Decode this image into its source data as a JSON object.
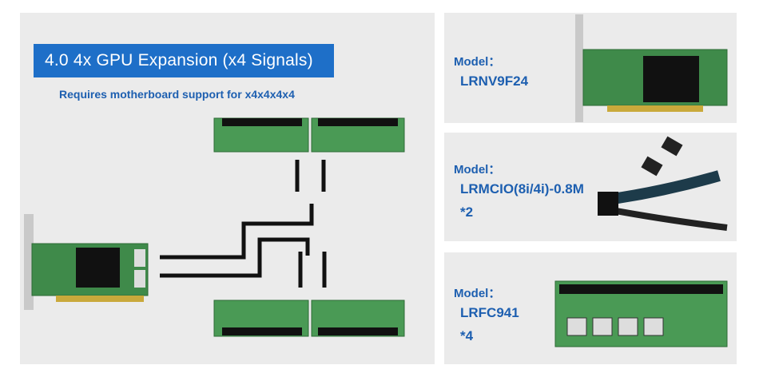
{
  "title": "4.0  4x GPU Expansion (x4 Signals)",
  "subtitle": "Requires motherboard support for x4x4x4x4",
  "products": [
    {
      "label": "Model：",
      "name": "LRNV9F24",
      "qty": ""
    },
    {
      "label": "Model：",
      "name": "LRMCIO(8i/4i)-0.8M",
      "qty": "*2"
    },
    {
      "label": "Model：",
      "name": "LRFC941",
      "qty": "*4"
    }
  ],
  "colors": {
    "accent": "#1e6fc8",
    "text_blue": "#1d5fb0",
    "panel": "#ebebeb",
    "pcb": "#3f8a4a"
  }
}
